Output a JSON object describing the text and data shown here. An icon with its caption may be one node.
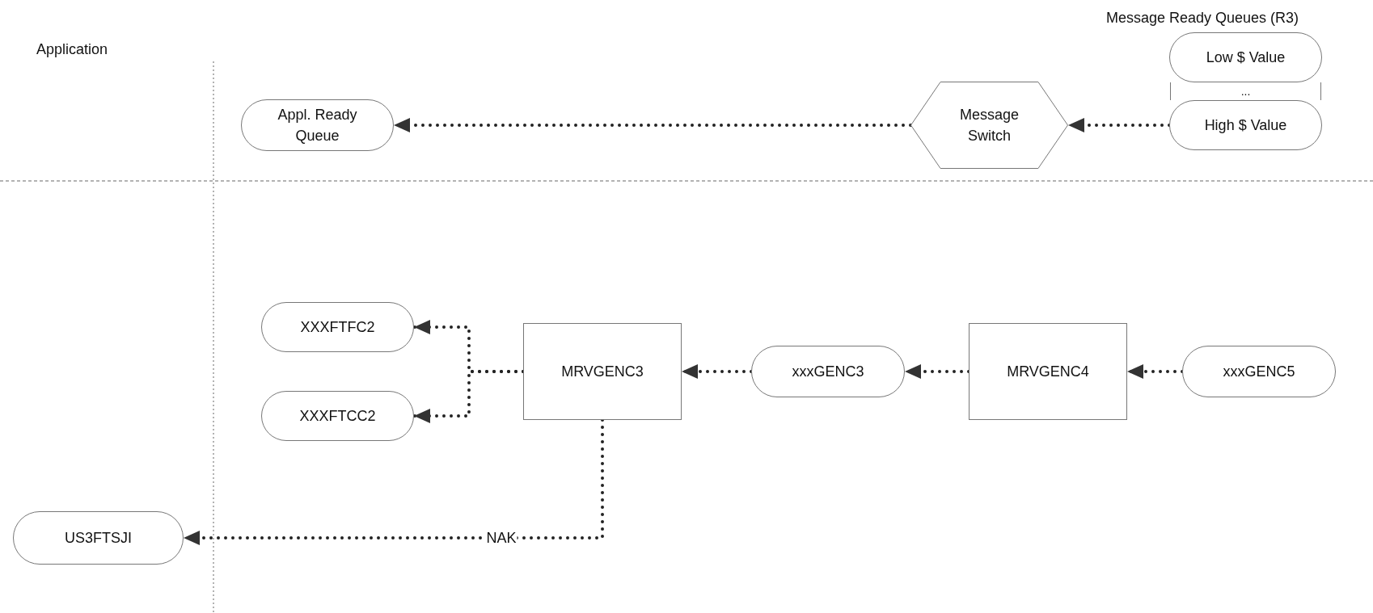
{
  "diagram": {
    "nodes": [
      {
        "text": [
          "Appl. Ready Queue"
        ]
      },
      {
        "text": [
          "Message Switch"
        ]
      },
      {
        "text": [
          "Low $ Value"
        ]
      },
      {
        "text": [
          "..."
        ]
      },
      {
        "text": [
          "High $ Value"
        ]
      },
      {
        "text": [
          "XXXFTFC2"
        ]
      },
      {
        "text": [
          "XXXFTCC2"
        ]
      },
      {
        "text": [
          "MRVGENC3"
        ]
      },
      {
        "text": [
          "xxxGENC3"
        ]
      },
      {
        "text": [
          "MRVGENC4"
        ]
      },
      {
        "text": [
          "xxxGENC5"
        ]
      },
      {
        "text": [
          "US3FTSJI"
        ]
      }
    ],
    "edges": [
      {
        "from": 4,
        "to": 1,
        "arrow": "to",
        "style": "dashed"
      },
      {
        "from": 1,
        "to": 0,
        "arrow": "to",
        "style": "dashed"
      },
      {
        "from": 7,
        "to": 5,
        "arrow": "to",
        "style": "dashed"
      },
      {
        "from": 7,
        "to": 6,
        "arrow": "to",
        "style": "dashed"
      },
      {
        "from": 8,
        "to": 7,
        "arrow": "to",
        "style": "dashed"
      },
      {
        "from": 9,
        "to": 8,
        "arrow": "to",
        "style": "dashed"
      },
      {
        "from": 10,
        "to": 9,
        "arrow": "to",
        "style": "dashed"
      },
      {
        "from": 7,
        "to": 11,
        "arrow": "to",
        "label": "NAK",
        "style": "dashed"
      }
    ],
    "labels": [
      "Message Ready Queues (R3)",
      "Application"
    ]
  }
}
